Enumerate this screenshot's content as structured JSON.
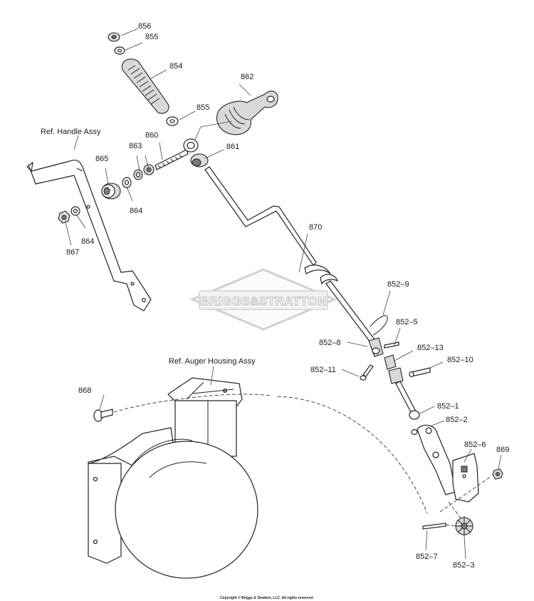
{
  "watermark": "BRIGGS&STRATTON",
  "copyright": "Copyright © Briggs & Stratton, LLC. All rights reserved.",
  "references": {
    "handle": "Ref. Handle Assy",
    "auger_housing": "Ref. Auger Housing Assy"
  },
  "parts": {
    "p856": "856",
    "p855a": "855",
    "p854": "854",
    "p862": "862",
    "p855b": "855",
    "p860": "860",
    "p863": "863",
    "p861": "861",
    "p865": "865",
    "p864a": "864",
    "p864b": "864",
    "p867": "867",
    "p870": "870",
    "p852_9": "852–9",
    "p852_5": "852–5",
    "p852_8": "852–8",
    "p852_13": "852–13",
    "p852_10": "852–10",
    "p852_11": "852–11",
    "p868": "868",
    "p852_1": "852–1",
    "p852_2": "852–2",
    "p852_6": "852–6",
    "p869": "869",
    "p852_7": "852–7",
    "p852_3": "852–3"
  }
}
